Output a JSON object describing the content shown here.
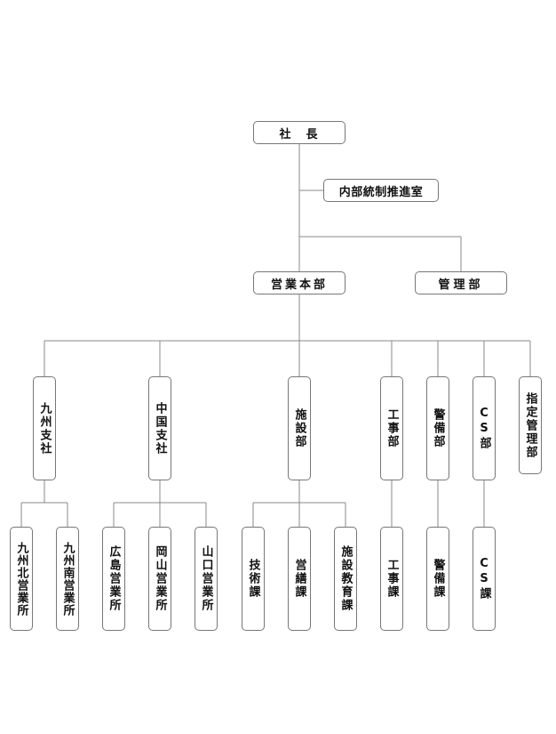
{
  "org": {
    "president": "社　長",
    "internal_control": "内部統制推進室",
    "sales_hq": "営業本部",
    "admin": "管理部",
    "kyushu_branch": "九州支社",
    "chugoku_branch": "中国支社",
    "facilities_dept": "施設部",
    "construction_dept": "工事部",
    "security_dept": "警備部",
    "cs_dept": "CS部",
    "designated_mgmt_dept": "指定管理部",
    "kyushu_north": "九州北営業所",
    "kyushu_south": "九州南営業所",
    "hiroshima": "広島営業所",
    "okayama": "岡山営業所",
    "yamaguchi": "山口営業所",
    "tech_section": "技術課",
    "repair_section": "営繕課",
    "facility_edu_section": "施設教育課",
    "construction_section": "工事課",
    "security_section": "警備課",
    "cs_section": "CS課"
  }
}
